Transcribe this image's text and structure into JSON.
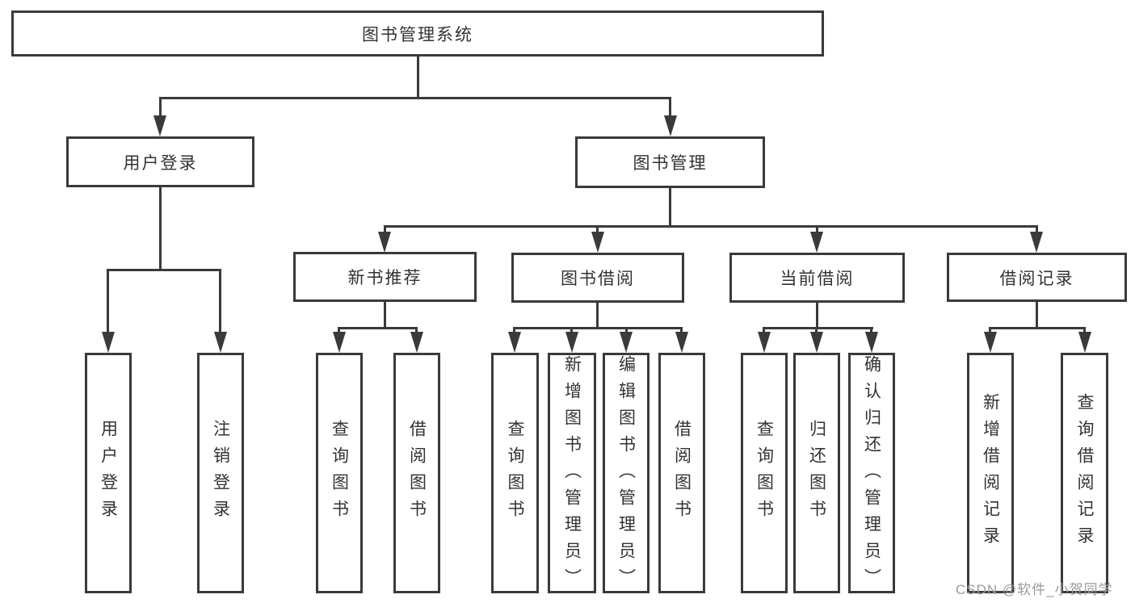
{
  "nodes": {
    "root": "图书管理系统",
    "user_login": "用户登录",
    "book_mgmt": "图书管理",
    "new_book_rec": "新书推荐",
    "book_borrow": "图书借阅",
    "current_borrow": "当前借阅",
    "borrow_record": "借阅记录",
    "leaf_user_login": "用户登录",
    "leaf_logout": "注销登录",
    "leaf_nb_query": "查询图书",
    "leaf_nb_borrow": "借阅图书",
    "leaf_bb_query": "查询图书",
    "leaf_bb_add": "新增图书（管理员）",
    "leaf_bb_edit": "编辑图书（管理员）",
    "leaf_bb_borrow": "借阅图书",
    "leaf_cb_query": "查询图书",
    "leaf_cb_return": "归还图书",
    "leaf_cb_confirm": "确认归还（管理员）",
    "leaf_br_add": "新增借阅记录",
    "leaf_br_query": "查询借阅记录"
  },
  "watermark": "CSDN @软件_小贺同学",
  "colors": {
    "line": "#3a3a3a",
    "text": "#333333",
    "watermark": "#9b9b9b",
    "background": "#ffffff"
  }
}
